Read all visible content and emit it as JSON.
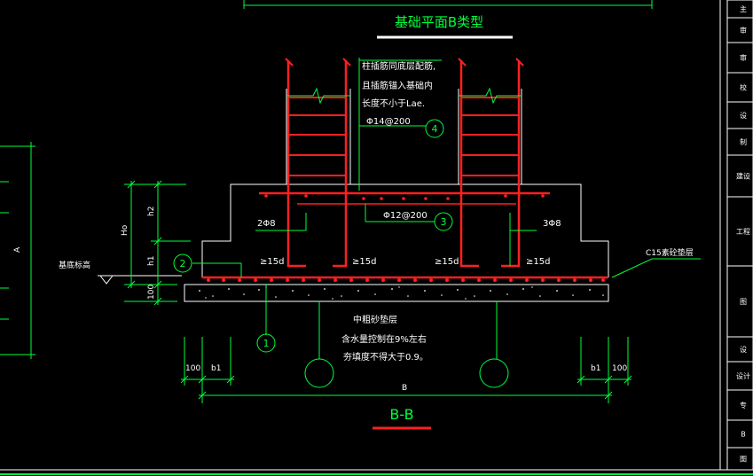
{
  "drawing": {
    "plan_title": "基础平面B类型",
    "section_title": "B-B"
  },
  "annotations": {
    "note_line1": "柱插筋同底层配筋,",
    "note_line2": "且插筋锚入基础内",
    "note_line3": "长度不小于Lae.",
    "rebar_top": "Φ14@200",
    "rebar_mid": "Φ12@200",
    "stirrup_left": "2Φ8",
    "stirrup_right": "3Φ8",
    "anchor_1": "≥15d",
    "anchor_2": "≥15d",
    "anchor_3": "≥15d",
    "anchor_4": "≥15d",
    "cushion": "C15素砼垫层",
    "base_elev": "基底标高",
    "sand_line1": "中粗砂垫层",
    "sand_line2": "含水量控制在9%左右",
    "sand_line3": "夯填度不得大于0.9。"
  },
  "markers": {
    "m1": "1",
    "m2": "2",
    "m3": "3",
    "m4": "4"
  },
  "dimensions": {
    "h0": "Ho",
    "h1": "h1",
    "h2": "h2",
    "t100": "100",
    "l100": "100",
    "lb1": "b1",
    "rb1": "b1",
    "r100": "100",
    "total": "B",
    "left_a": "A"
  },
  "title_block": {
    "items": [
      "主",
      "审",
      "审",
      "校",
      "设",
      "制",
      "建设",
      "工程",
      "图",
      "设",
      "设计",
      "专",
      "B",
      "图"
    ]
  },
  "colors": {
    "background": "#000000",
    "rebar": "#ff2020",
    "dimension": "#00ff3c",
    "outline": "#ffffff",
    "annotation": "#ffffff"
  }
}
